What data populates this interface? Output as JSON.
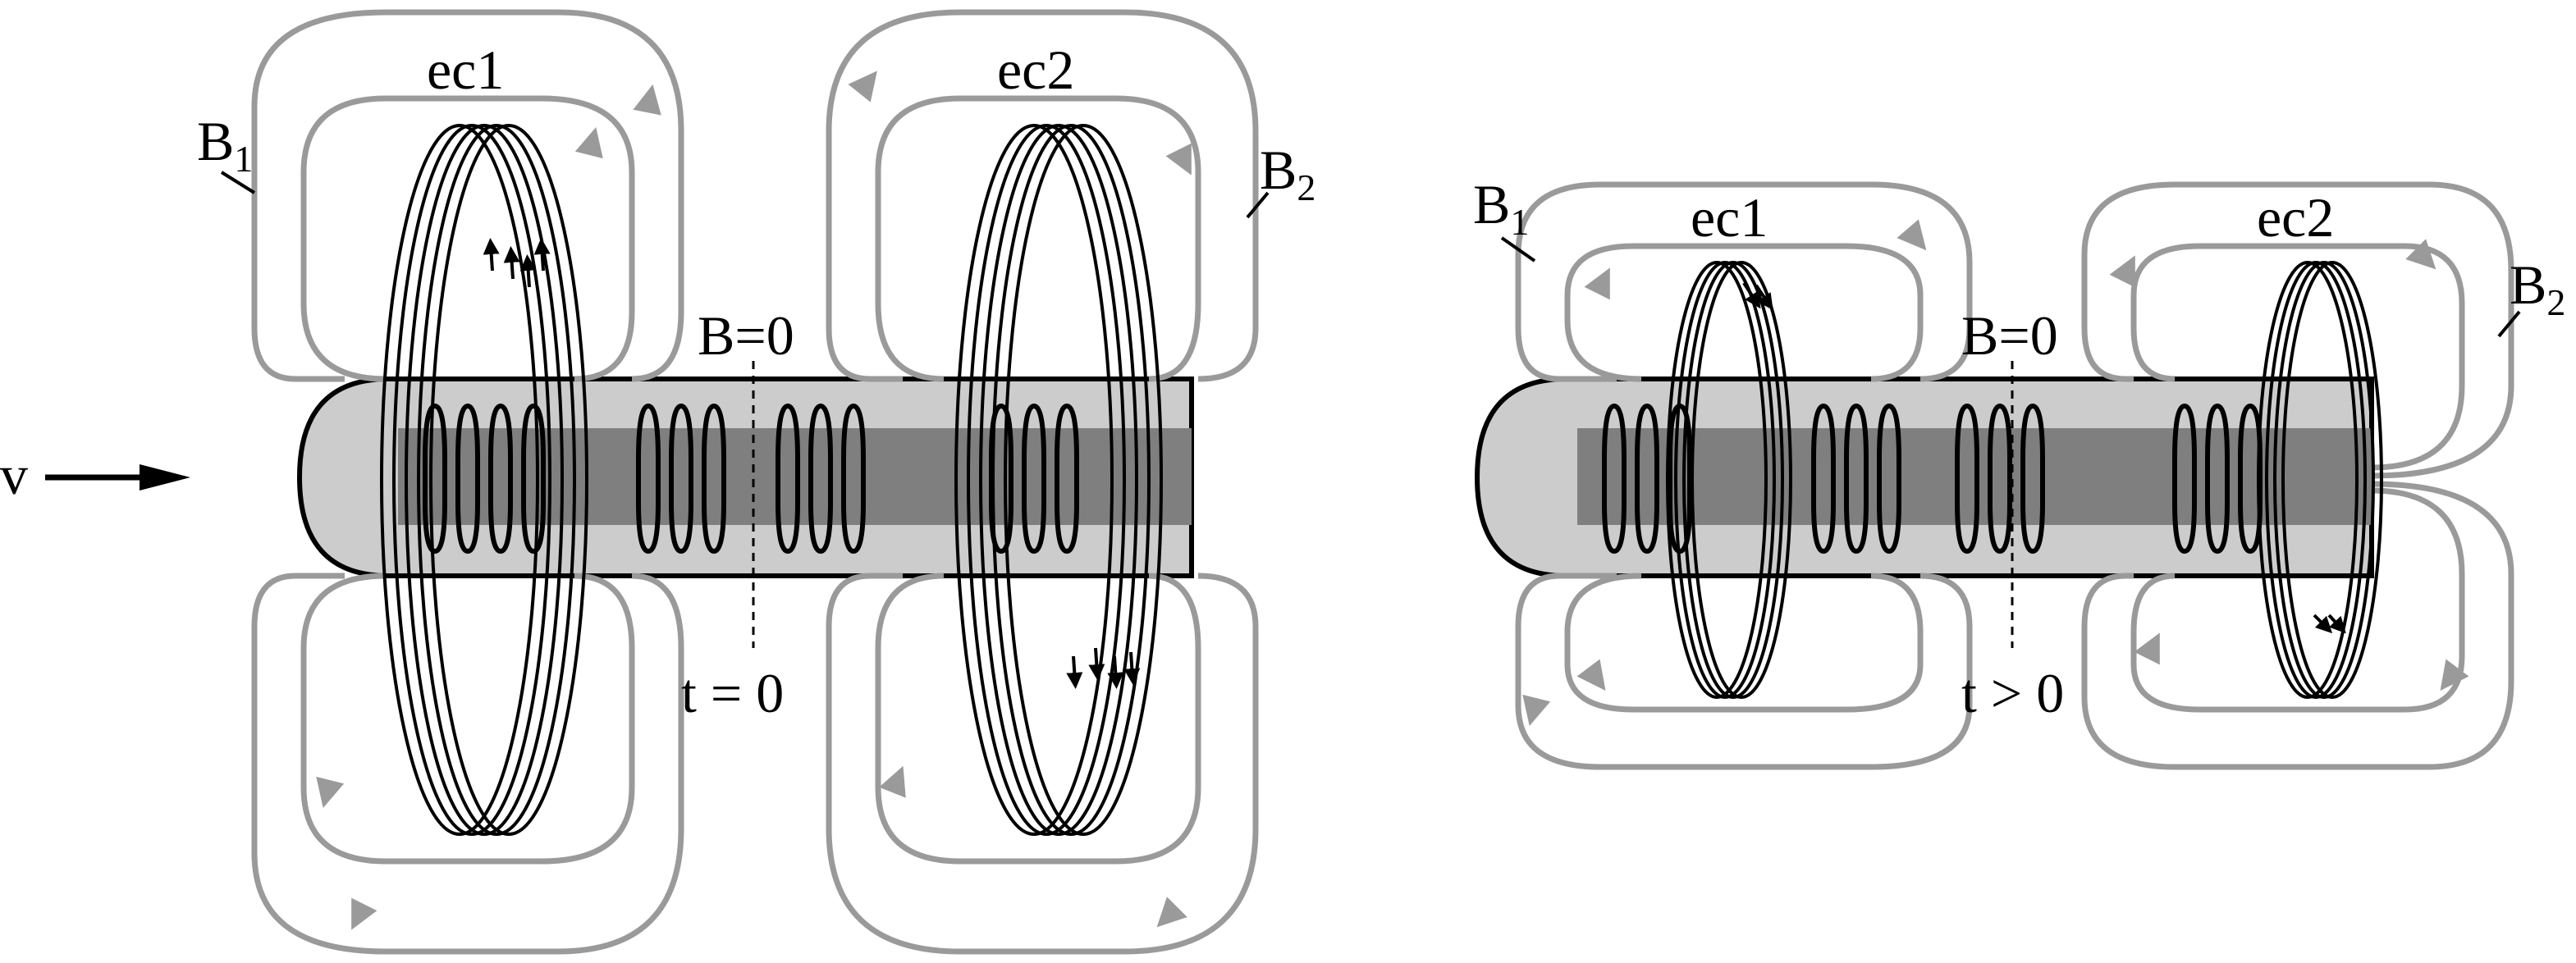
{
  "panels": [
    {
      "time_label": "t = 0",
      "zero_field_label": "B=0",
      "eddy_labels": [
        "ec1",
        "ec2"
      ],
      "field_lines": [
        {
          "base": "B",
          "subscript": "1"
        },
        {
          "base": "B",
          "subscript": "2"
        }
      ]
    },
    {
      "time_label": "t > 0",
      "zero_field_label": "B=0",
      "eddy_labels": [
        "ec1",
        "ec2"
      ],
      "field_lines": [
        {
          "base": "B",
          "subscript": "1"
        },
        {
          "base": "B",
          "subscript": "2"
        }
      ]
    }
  ],
  "velocity_label": "v",
  "colors": {
    "field_line": "#9a9a9a",
    "magnet_body": "#cccccc",
    "magnet_core": "#7f7f7f",
    "coil": "#000000"
  }
}
